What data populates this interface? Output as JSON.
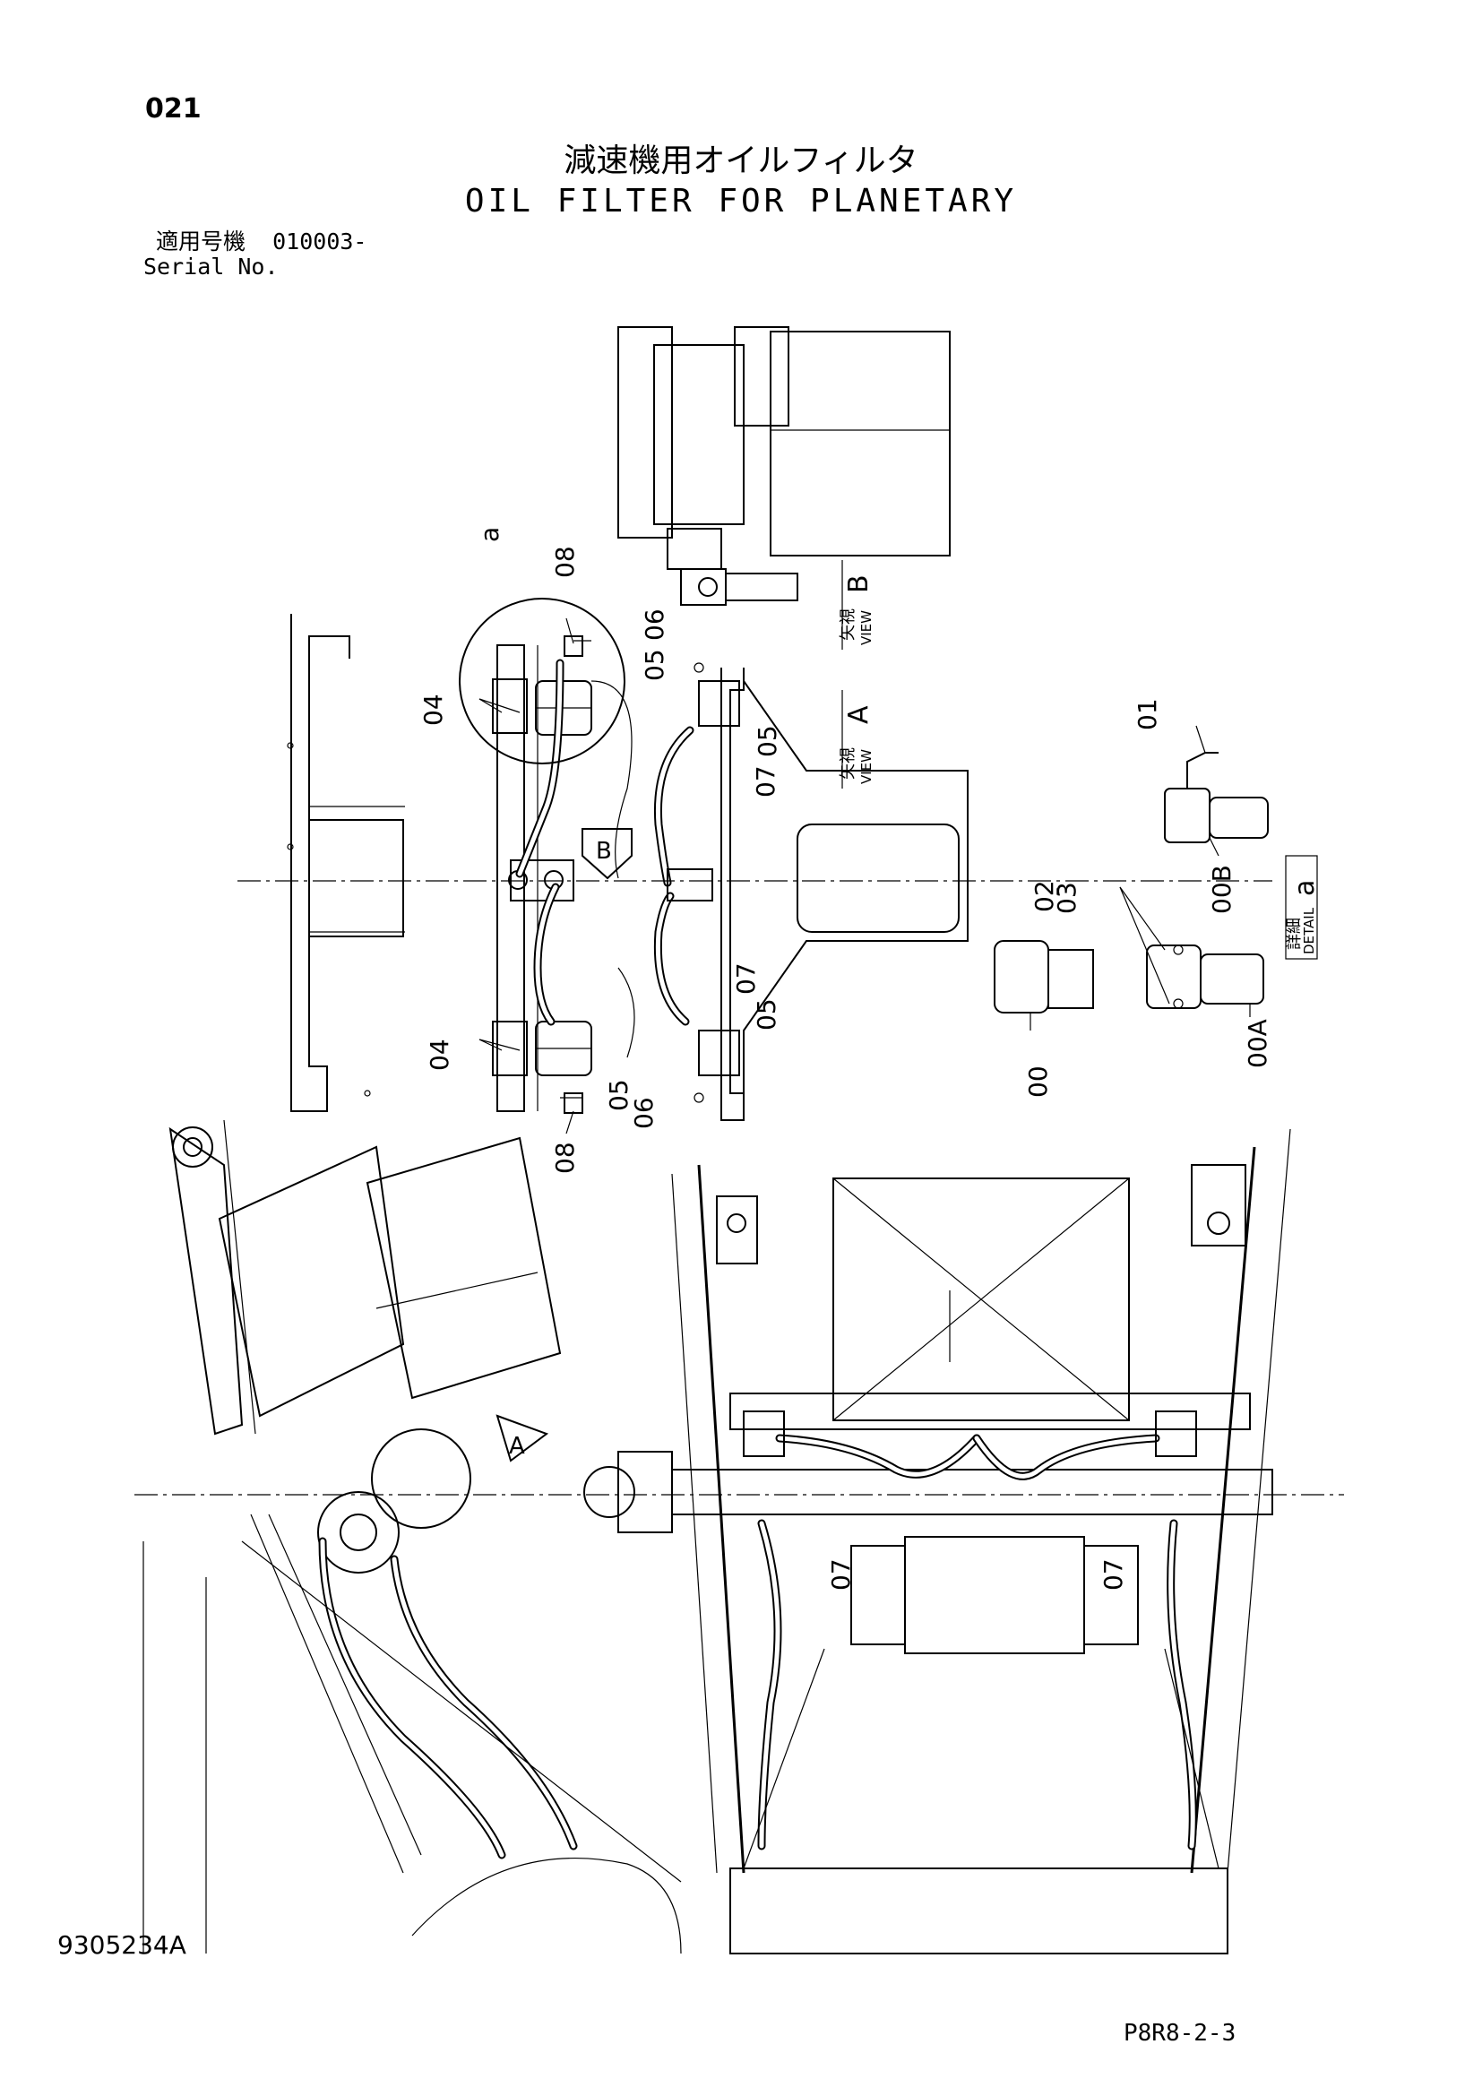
{
  "page_number": "021",
  "title_jp": "減速機用オイルフィルタ",
  "title_en": "OIL FILTER FOR PLANETARY",
  "serial": {
    "label_jp": "適用号機",
    "value": "010003-",
    "label_en": "Serial No."
  },
  "drawing_number": "9305234A",
  "sheet_reference": "P8R8-2-3",
  "views": {
    "view_a": {
      "jp": "矢視",
      "en": "VIEW",
      "letter": "A"
    },
    "view_b": {
      "jp": "矢視",
      "en": "VIEW",
      "letter": "B"
    },
    "detail_a": {
      "jp": "詳細",
      "en": "DETAIL",
      "letter": "a"
    },
    "arrow_a": "A",
    "arrow_b": "B"
  },
  "detail_circle_label": "a",
  "part_labels": {
    "p00": "00",
    "p00a": "00A",
    "p00b": "00B",
    "p01": "01",
    "p02": "02",
    "p02_dash": "-",
    "p03": "03",
    "p04": "04",
    "p05": "05",
    "p06": "06",
    "p07": "07",
    "p08": "08"
  }
}
